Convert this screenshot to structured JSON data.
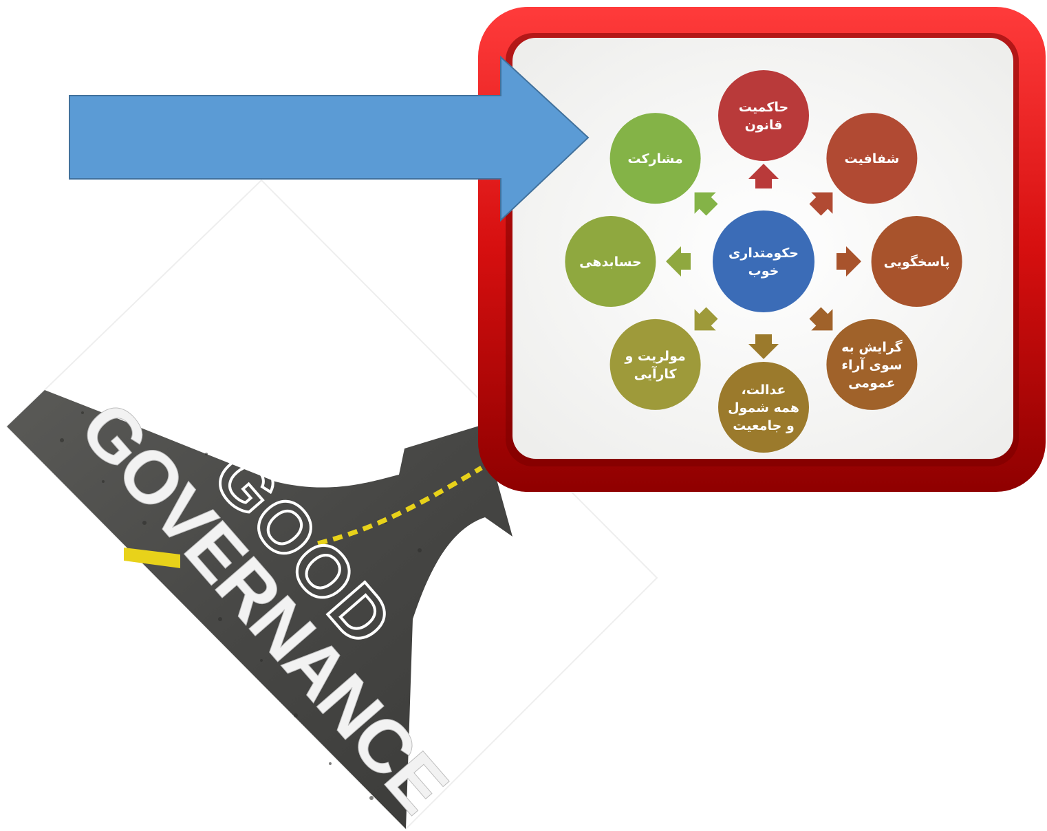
{
  "diagram": {
    "center": {
      "lines": [
        "حکومتداری",
        "خوب"
      ],
      "color": "#3b6cb7"
    },
    "nodes": [
      {
        "id": "rule-of-law",
        "lines": [
          "حاکمیت",
          "قانون"
        ],
        "color": "#b93a3a"
      },
      {
        "id": "transparency",
        "lines": [
          "شفافیت"
        ],
        "color": "#b14a33"
      },
      {
        "id": "responsiveness",
        "lines": [
          "پاسخگویی"
        ],
        "color": "#a8532c"
      },
      {
        "id": "consensus",
        "lines": [
          "گرایش به",
          "سوی آراء",
          "عمومی"
        ],
        "color": "#a0622a"
      },
      {
        "id": "equity",
        "lines": [
          "عدالت،",
          "همه شمول",
          "و جامعیت"
        ],
        "color": "#9b7a2c"
      },
      {
        "id": "effectiveness",
        "lines": [
          "مولریت و",
          "کارآیی"
        ],
        "color": "#9e9a3a"
      },
      {
        "id": "accountability",
        "lines": [
          "حسابدهی"
        ],
        "color": "#8fa83f"
      },
      {
        "id": "participation",
        "lines": [
          "مشارکت"
        ],
        "color": "#84b347"
      }
    ],
    "frame_color": "#d10f0f",
    "pointer_arrow_color": "#5b9bd5"
  },
  "road": {
    "line1": "GOOD",
    "line2": "GOVERNANCE",
    "asphalt_color": "#4a4a48",
    "marking_color": "#e8d21a"
  }
}
